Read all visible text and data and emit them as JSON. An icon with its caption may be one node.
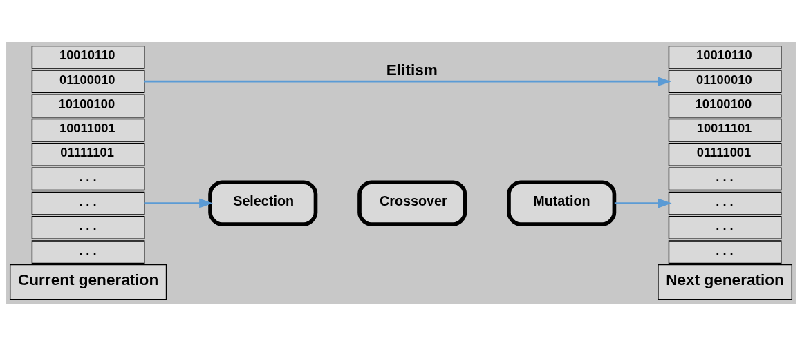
{
  "diagram": {
    "nodes": [
      {
        "text": [
          "10010110"
        ]
      },
      {
        "text": [
          "01100010"
        ]
      },
      {
        "text": [
          "10100100"
        ]
      },
      {
        "text": [
          "10011001"
        ]
      },
      {
        "text": [
          "01111101"
        ]
      },
      {
        "text": [
          ". . ."
        ]
      },
      {
        "text": [
          ". . ."
        ]
      },
      {
        "text": [
          ". . ."
        ]
      },
      {
        "text": [
          ". . ."
        ]
      },
      {
        "text": [
          "Current generation"
        ]
      },
      {
        "text": [
          "Selection"
        ]
      },
      {
        "text": [
          "Crossover"
        ]
      },
      {
        "text": [
          "Mutation"
        ]
      },
      {
        "text": [
          "10010110"
        ]
      },
      {
        "text": [
          "01100010"
        ]
      },
      {
        "text": [
          "10100100"
        ]
      },
      {
        "text": [
          "10011101"
        ]
      },
      {
        "text": [
          "01111001"
        ]
      },
      {
        "text": [
          ". . ."
        ]
      },
      {
        "text": [
          ". . ."
        ]
      },
      {
        "text": [
          ". . ."
        ]
      },
      {
        "text": [
          ". . ."
        ]
      },
      {
        "text": [
          "Next generation"
        ]
      }
    ],
    "edges": [
      {
        "from": 1,
        "to": 14,
        "arrow": "to",
        "label": "Elitism"
      },
      {
        "from": 6,
        "to": 10,
        "arrow": "to"
      },
      {
        "from": 12,
        "to": 19,
        "arrow": "to"
      }
    ]
  }
}
